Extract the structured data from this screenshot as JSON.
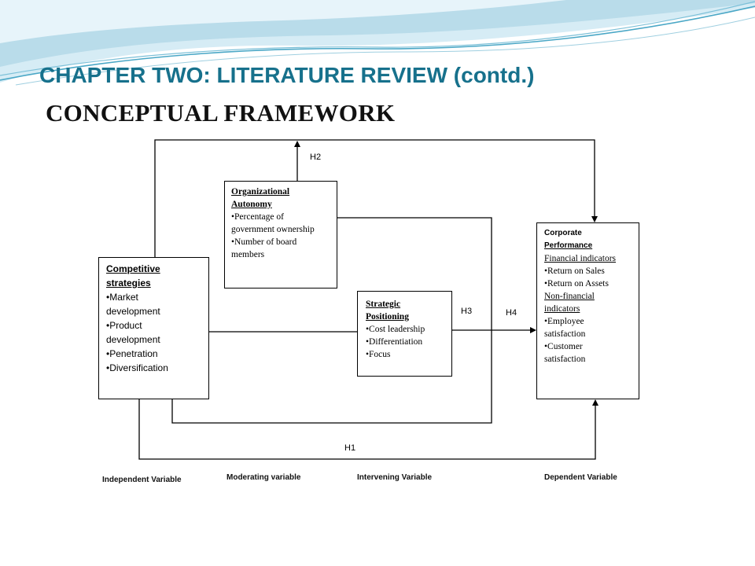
{
  "slide": {
    "title": "CHAPTER TWO: LITERATURE REVIEW (contd.)",
    "subtitle": "CONCEPTUAL FRAMEWORK"
  },
  "colors": {
    "title": "#17718c",
    "banner_light": "#d6ecf5",
    "banner_mid": "#9fcfe0",
    "banner_dark": "#4aa7c6"
  },
  "boxes": {
    "competitive": {
      "heading_line1": "Competitive",
      "heading_line2": "strategies",
      "items": [
        "Market",
        "development",
        "Product",
        "development",
        "Penetration",
        "Diversification"
      ]
    },
    "autonomy": {
      "heading_line1": "Organizational",
      "heading_line2": "Autonomy",
      "items": [
        "Percentage of",
        "government ownership",
        "Number of board",
        "members"
      ]
    },
    "positioning": {
      "heading_line1": "Strategic",
      "heading_line2": "Positioning",
      "items": [
        "Cost leadership",
        "Differentiation",
        "Focus"
      ]
    },
    "performance": {
      "heading_line1": "Corporate",
      "heading_line2": "Performance",
      "sub1": "Financial indicators",
      "items1": [
        "Return on Sales",
        "Return on Assets"
      ],
      "sub2_line1": "Non-financial",
      "sub2_line2": "indicators",
      "items2": [
        "Employee",
        "satisfaction",
        "Customer",
        "satisfaction"
      ]
    }
  },
  "hypotheses": {
    "h1": "H1",
    "h2": "H2",
    "h3": "H3",
    "h4": "H4"
  },
  "variables": {
    "independent": "Independent Variable",
    "moderating": "Moderating variable",
    "intervening": "Intervening Variable",
    "dependent": "Dependent Variable"
  }
}
